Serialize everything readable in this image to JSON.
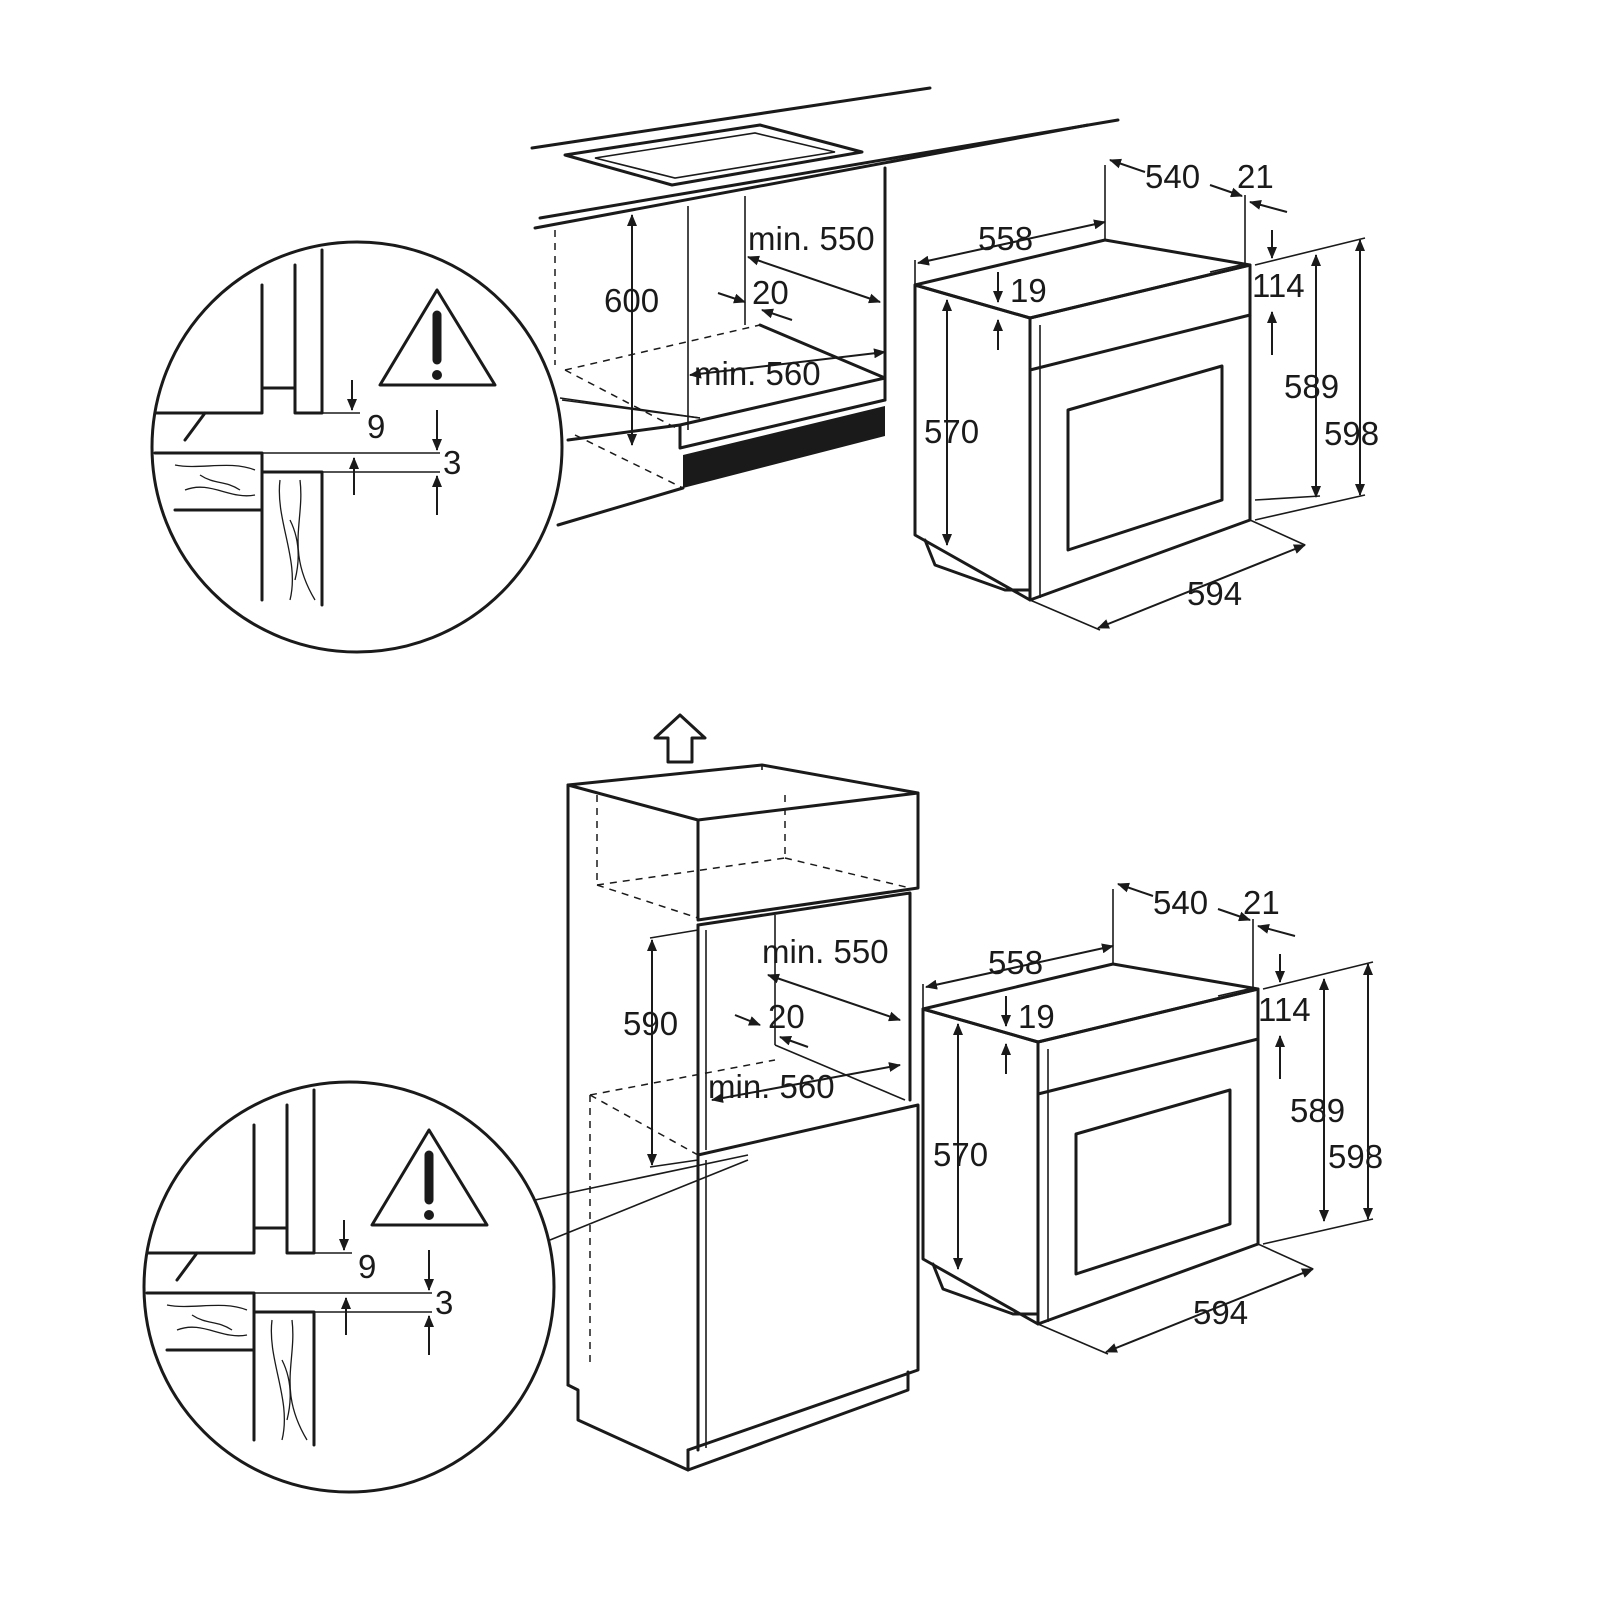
{
  "top_diagram": {
    "niche": {
      "height": "600",
      "depth": "min. 550",
      "gap": "20",
      "width": "min. 560"
    },
    "detail": {
      "gap_a": "9",
      "gap_b": "3"
    },
    "oven": {
      "side_depth": "558",
      "top_depth": "540",
      "front_thickness": "21",
      "offset": "19",
      "panel_height": "114",
      "body_height": "570",
      "front_height": "589",
      "total_height": "598",
      "width": "594"
    }
  },
  "bottom_diagram": {
    "niche": {
      "height": "590",
      "depth": "min. 550",
      "gap": "20",
      "width": "min. 560"
    },
    "detail": {
      "gap_a": "9",
      "gap_b": "3"
    },
    "oven": {
      "side_depth": "558",
      "top_depth": "540",
      "front_thickness": "21",
      "offset": "19",
      "panel_height": "114",
      "body_height": "570",
      "front_height": "589",
      "total_height": "598",
      "width": "594"
    }
  }
}
